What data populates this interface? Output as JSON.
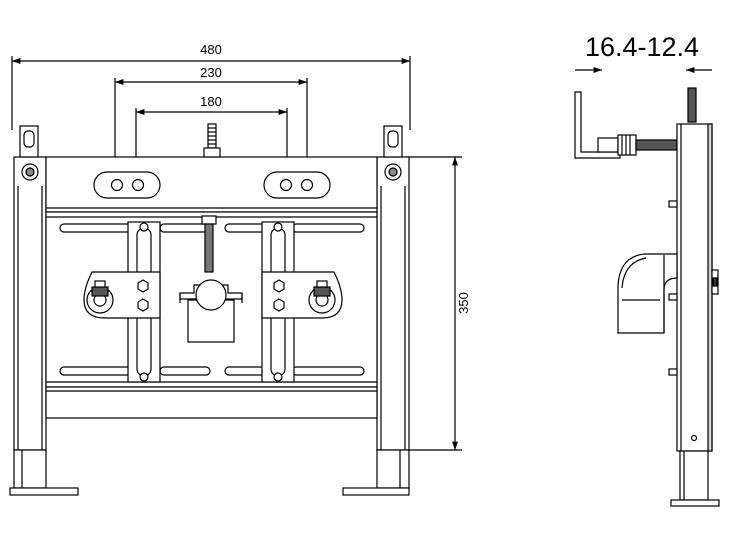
{
  "dimensions": {
    "overall_width": "480",
    "inner_width": "230",
    "hole_spacing": "180",
    "height": "350",
    "depth_range": "16.4-12.4"
  },
  "colors": {
    "line": "#000000",
    "steel": "#e8e8e8",
    "shade": "#bdbdbd",
    "background": "#ffffff"
  }
}
